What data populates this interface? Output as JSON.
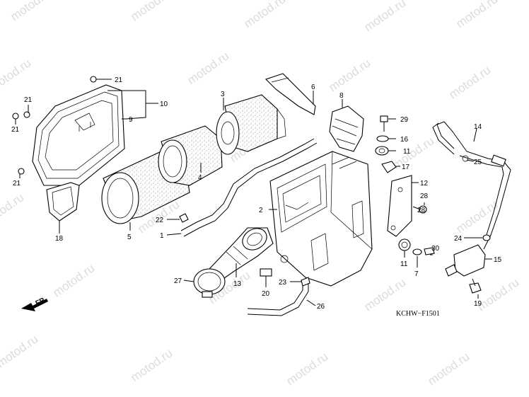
{
  "watermark": "motod.ru",
  "diagram_code": "KCHW−F1501",
  "direction_label": "FR.",
  "callouts": {
    "c1": "1",
    "c2": "2",
    "c3": "3",
    "c4": "4",
    "c5": "5",
    "c6": "6",
    "c7": "7",
    "c8": "8",
    "c9": "9",
    "c10": "10",
    "c11a": "11",
    "c11b": "11",
    "c12": "12",
    "c13": "13",
    "c14": "14",
    "c15": "15",
    "c16": "16",
    "c17": "17",
    "c18": "18",
    "c19": "19",
    "c20": "20",
    "c21a": "21",
    "c21b": "21",
    "c21c": "21",
    "c21d": "21",
    "c21e": "21",
    "c22": "22",
    "c23": "23",
    "c24": "24",
    "c25": "25",
    "c26": "26",
    "c27": "27",
    "c28a": "28",
    "c28b": "28",
    "c29": "29",
    "c30": "30"
  }
}
